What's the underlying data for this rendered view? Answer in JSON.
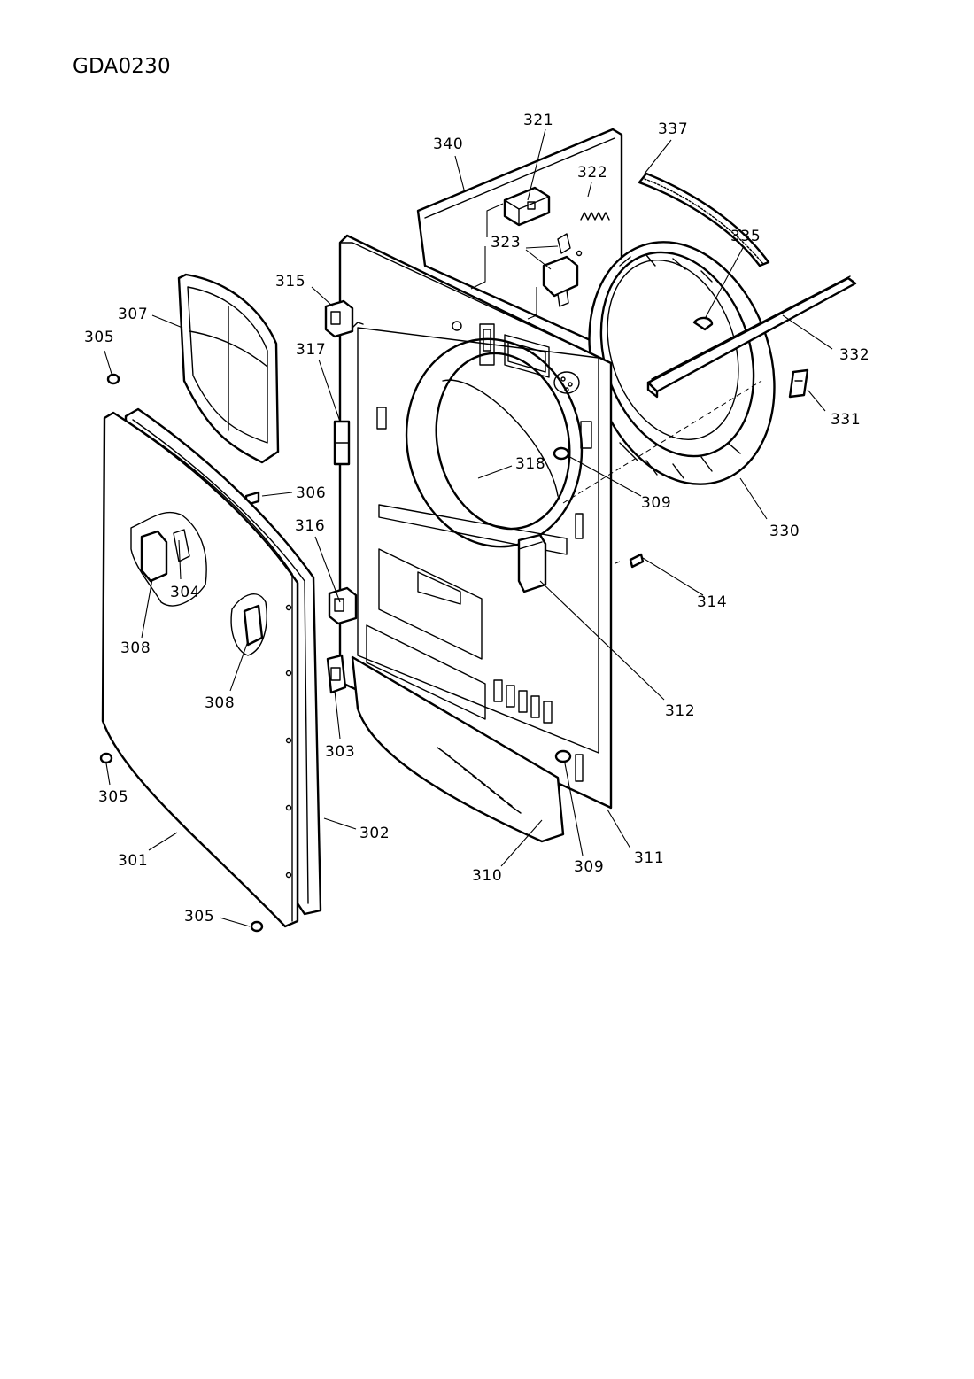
{
  "title": "GDA0230",
  "labels": [
    {
      "id": "321",
      "text": "321"
    },
    {
      "id": "337",
      "text": "337"
    },
    {
      "id": "340",
      "text": "340"
    },
    {
      "id": "322",
      "text": "322"
    },
    {
      "id": "335",
      "text": "335"
    },
    {
      "id": "323",
      "text": "323"
    },
    {
      "id": "315",
      "text": "315"
    },
    {
      "id": "307",
      "text": "307"
    },
    {
      "id": "305a",
      "text": "305"
    },
    {
      "id": "317",
      "text": "317"
    },
    {
      "id": "332",
      "text": "332"
    },
    {
      "id": "331",
      "text": "331"
    },
    {
      "id": "318",
      "text": "318"
    },
    {
      "id": "306",
      "text": "306"
    },
    {
      "id": "309a",
      "text": "309"
    },
    {
      "id": "330",
      "text": "330"
    },
    {
      "id": "316",
      "text": "316"
    },
    {
      "id": "304",
      "text": "304"
    },
    {
      "id": "314",
      "text": "314"
    },
    {
      "id": "308a",
      "text": "308"
    },
    {
      "id": "308b",
      "text": "308"
    },
    {
      "id": "312",
      "text": "312"
    },
    {
      "id": "303",
      "text": "303"
    },
    {
      "id": "305b",
      "text": "305"
    },
    {
      "id": "302",
      "text": "302"
    },
    {
      "id": "311",
      "text": "311"
    },
    {
      "id": "301",
      "text": "301"
    },
    {
      "id": "309b",
      "text": "309"
    },
    {
      "id": "310",
      "text": "310"
    },
    {
      "id": "305c",
      "text": "305"
    }
  ]
}
